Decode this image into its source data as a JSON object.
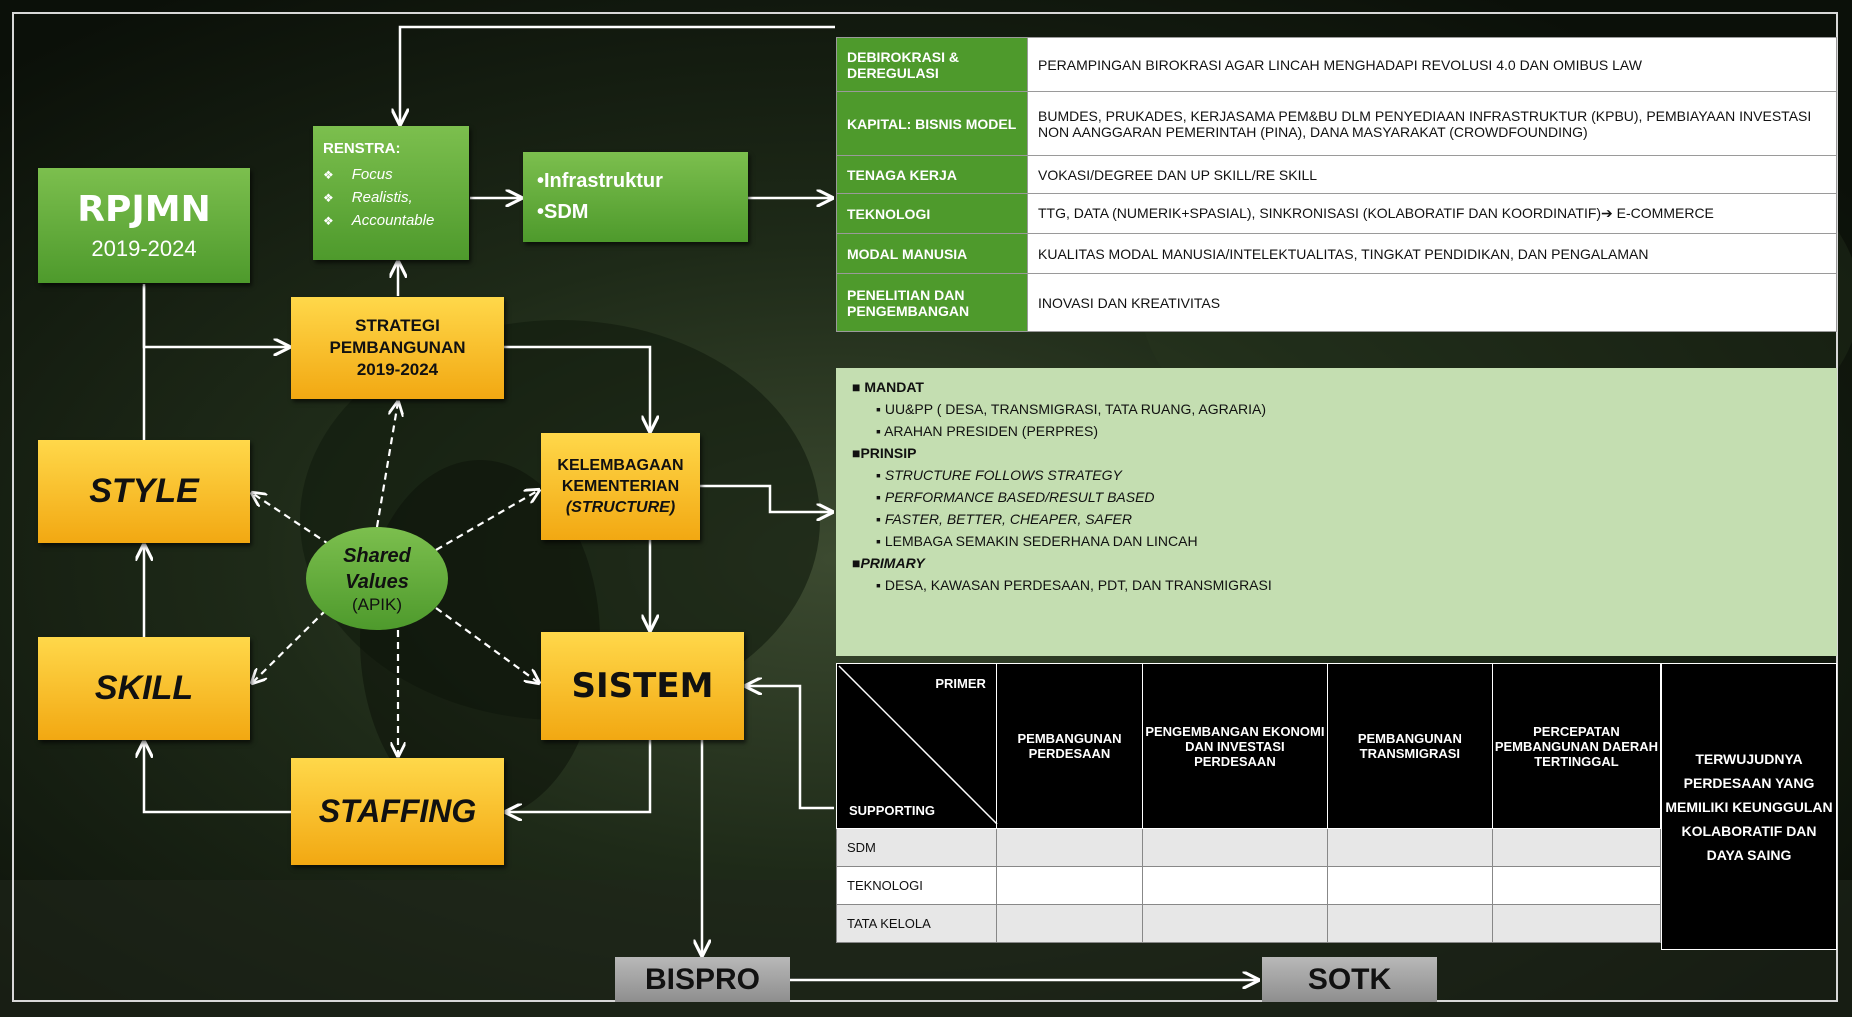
{
  "rpjmn": {
    "title": "RPJMN",
    "years": "2019-2024"
  },
  "renstra": {
    "heading": "RENSTRA:",
    "items": [
      "Focus",
      "Realistis,",
      "Accountable"
    ]
  },
  "infra": {
    "items": [
      "•Infrastruktur",
      "•SDM"
    ]
  },
  "strategi": {
    "lines": [
      "STRATEGI",
      "PEMBANGUNAN",
      "2019-2024"
    ]
  },
  "kelembagaan": {
    "lines": [
      "KELEMBAGAAN",
      "KEMENTERIAN",
      "(STRUCTURE)"
    ]
  },
  "style": "STYLE",
  "skill": "SKILL",
  "sistem": "SISTEM",
  "staffing": "STAFFING",
  "shared": {
    "line1": "Shared",
    "line2": "Values",
    "line3": "(APIK)"
  },
  "bispro": "BISPRO",
  "sotk": "SOTK",
  "top_table": [
    {
      "label": "DEBIROKRASI & DEREGULASI",
      "value": "PERAMPINGAN BIROKRASI AGAR LINCAH MENGHADAPI REVOLUSI 4.0 DAN OMIBUS LAW"
    },
    {
      "label": "KAPITAL: BISNIS MODEL",
      "value": "BUMDES, PRUKADES, KERJASAMA PEM&BU DLM PENYEDIAAN INFRASTRUKTUR (KPBU), PEMBIAYAAN INVESTASI NON AANGGARAN PEMERINTAH (PINA), DANA MASYARAKAT (CROWDFOUNDING)"
    },
    {
      "label": "TENAGA KERJA",
      "value": "VOKASI/DEGREE DAN UP SKILL/RE SKILL"
    },
    {
      "label": "TEKNOLOGI",
      "value": "TTG, DATA (NUMERIK+SPASIAL), SINKRONISASI (KOLABORATIF DAN KOORDINATIF)➔ E-COMMERCE"
    },
    {
      "label": "MODAL MANUSIA",
      "value": "KUALITAS MODAL MANUSIA/INTELEKTUALITAS, TINGKAT PENDIDIKAN, DAN PENGALAMAN"
    },
    {
      "label": "PENELITIAN DAN PENGEMBANGAN",
      "value": "INOVASI DAN KREATIVITAS"
    }
  ],
  "mandat": {
    "h1": "■  MANDAT",
    "m1": "▪   UU&PP ( DESA, TRANSMIGRASI, TATA RUANG, AGRARIA)",
    "m2": "▪   ARAHAN PRESIDEN (PERPRES)",
    "h2": "■PRINSIP",
    "p1": "▪   STRUCTURE FOLLOWS STRATEGY",
    "p2": "▪   PERFORMANCE BASED/RESULT BASED",
    "p3": "▪   FASTER, BETTER, CHEAPER, SAFER",
    "p4": "▪   LEMBAGA SEMAKIN SEDERHANA DAN LINCAH",
    "h3": "■PRIMARY",
    "r1": "▪    DESA, KAWASAN PERDESAAN, PDT, DAN  TRANSMIGRASI"
  },
  "matrix": {
    "primer": "PRIMER",
    "supporting": "SUPPORTING",
    "cols": [
      "PEMBANGUNAN PERDESAAN",
      "PENGEMBANGAN EKONOMI DAN INVESTASI PERDESAAN",
      "PEMBANGUNAN TRANSMIGRASI",
      "PERCEPATAN PEMBANGUNAN DAERAH TERTINGGAL"
    ],
    "rows": [
      "SDM",
      "TEKNOLOGI",
      "TATA KELOLA"
    ],
    "goal": "TERWUJUDNYA PERDESAAN YANG MEMILIKI KEUNGGULAN KOLABORATIF DAN DAYA SAING"
  },
  "colors": {
    "green": "#5fa83a",
    "yellow": "#f7c21e",
    "light_green": "#c4deb1",
    "black": "#000000"
  }
}
